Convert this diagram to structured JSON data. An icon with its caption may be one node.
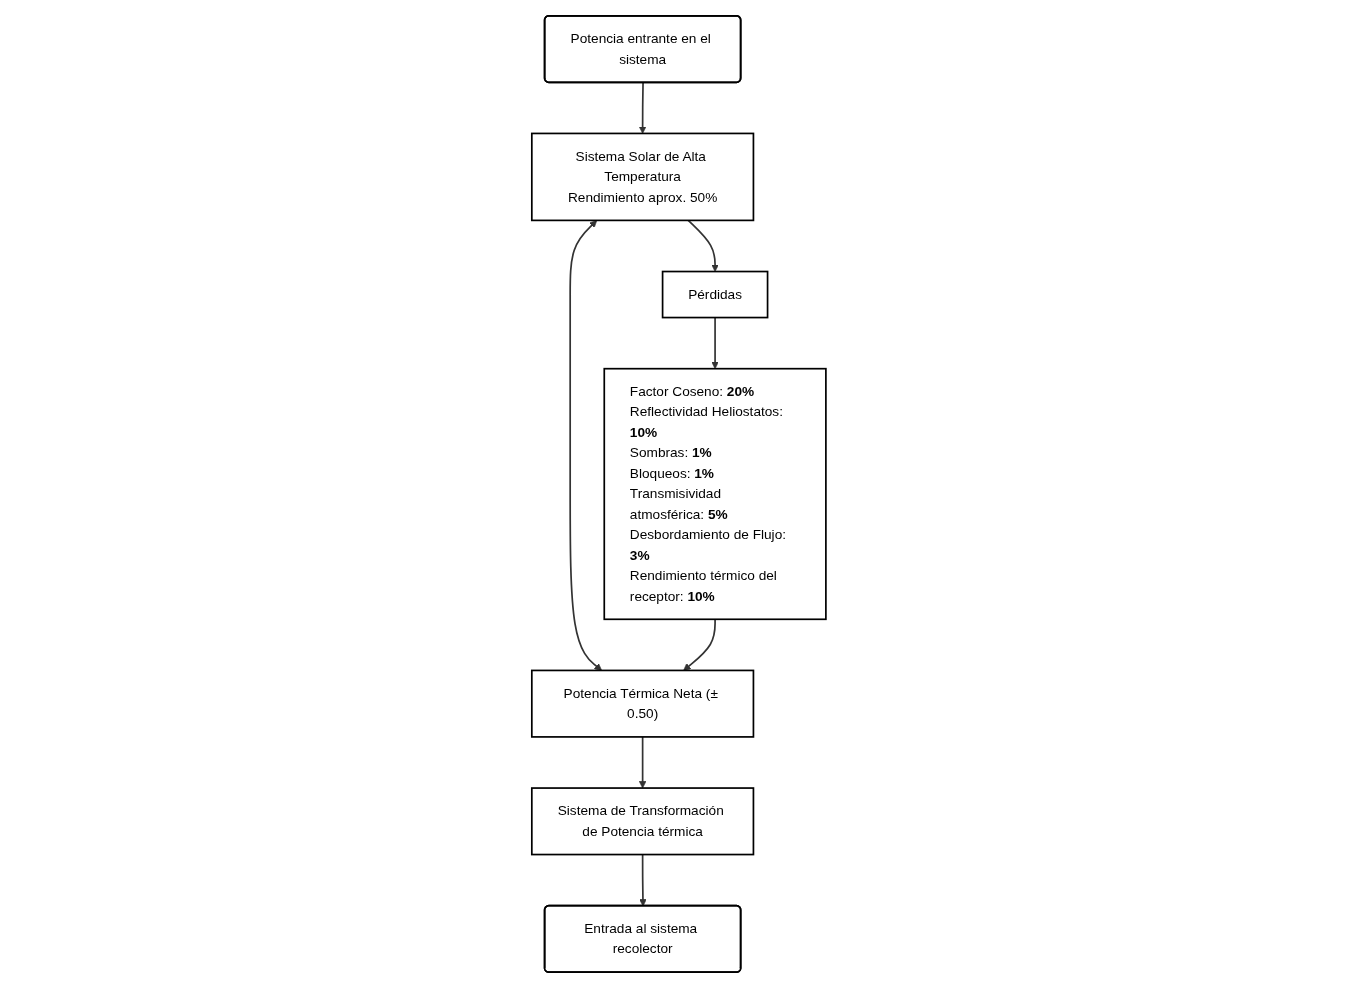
{
  "diagram": {
    "nodes": [
      {
        "text": [
          "Potencia entrante en el sistema"
        ]
      },
      {
        "text": [
          "Sistema Solar de Alta Temperatura",
          "Rendimiento aprox. 50%"
        ]
      },
      {
        "text": [
          "Pérdidas"
        ]
      },
      {
        "text": [
          "Potencia Térmica Neta (± 0.50)"
        ]
      },
      {
        "text": [
          "Factor Coseno: **20%**",
          "Reflectividad Heliostatos: **10%**",
          "Sombras: **1%**",
          "Bloqueos: **1%**",
          "Transmisividad atmosférica: **5%**",
          "Desbordamiento de Flujo: **3%**",
          "Rendimiento térmico del receptor: **10%**"
        ]
      },
      {
        "text": [
          "Sistema de Transformación de Potencia térmica"
        ]
      },
      {
        "text": [
          "Entrada al sistema recolector"
        ]
      }
    ],
    "edges": [
      {
        "from": 0,
        "to": 1,
        "arrow": "to"
      },
      {
        "from": 1,
        "to": 2,
        "arrow": "to"
      },
      {
        "from": 1,
        "to": 3,
        "arrow": "both"
      },
      {
        "from": 2,
        "to": 4,
        "arrow": "to"
      },
      {
        "from": 4,
        "to": 3,
        "arrow": "to"
      },
      {
        "from": 3,
        "to": 5,
        "arrow": "to"
      },
      {
        "from": 5,
        "to": 6,
        "arrow": "to"
      }
    ]
  }
}
